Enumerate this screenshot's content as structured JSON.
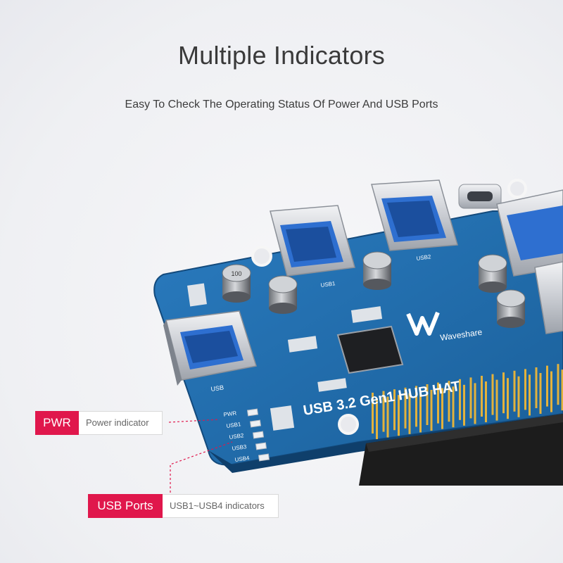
{
  "heading": {
    "title": "Multiple Indicators",
    "subtitle": "Easy To Check The Operating Status Of Power And USB Ports"
  },
  "board": {
    "name": "USB 3.2 Gen1 HUB HAT",
    "brand": "Waveshare",
    "port_labels": [
      "USB",
      "USB1",
      "USB2"
    ],
    "led_labels": [
      "PWR",
      "USB1",
      "USB2",
      "USB3",
      "USB4"
    ],
    "capacitor_label": "100",
    "colors": {
      "pcb": "#1d67a3",
      "pcb_dark": "#15508a",
      "header": "#1a1a1a",
      "pins": "#e3b23c"
    }
  },
  "callouts": [
    {
      "tag": "PWR",
      "description": "Power indicator"
    },
    {
      "tag": "USB Ports",
      "description": "USB1~USB4 indicators"
    }
  ],
  "colors": {
    "tag_bg": "#e0174c",
    "tag_text": "#ffffff",
    "line": "#e0174c"
  }
}
